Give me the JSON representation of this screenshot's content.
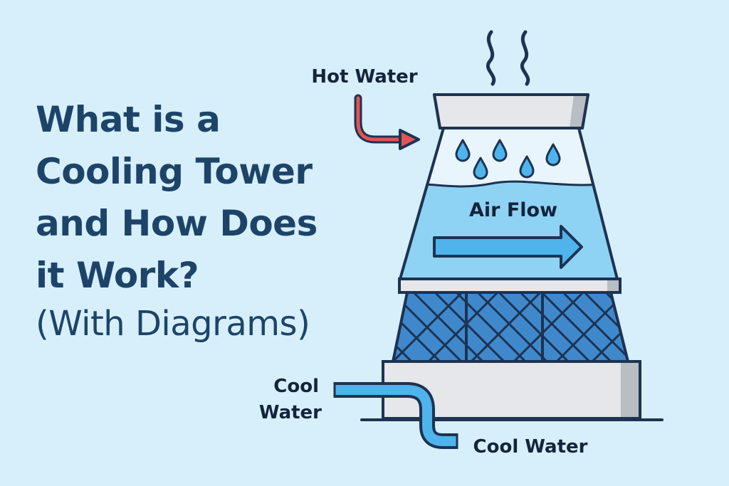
{
  "title": {
    "lines": [
      "What is a",
      "Cooling Tower",
      "and How Does",
      "it Work?"
    ],
    "subtitle": "(With Diagrams)"
  },
  "labels": {
    "hot_water": "Hot Water",
    "air_flow": "Air Flow",
    "cool_water_left_line1": "Cool",
    "cool_water_left_line2": "Water",
    "cool_water_bottom": "Cool Water"
  },
  "colors": {
    "background": "#d6effb",
    "title_text": "#1d4468",
    "outline": "#1d3352",
    "water": "#8fd3f4",
    "pipe": "#4fb3ec",
    "fill_lattice": "#3f88cc",
    "hot_arrow": "#e05454",
    "concrete": "#e6e7ea"
  }
}
